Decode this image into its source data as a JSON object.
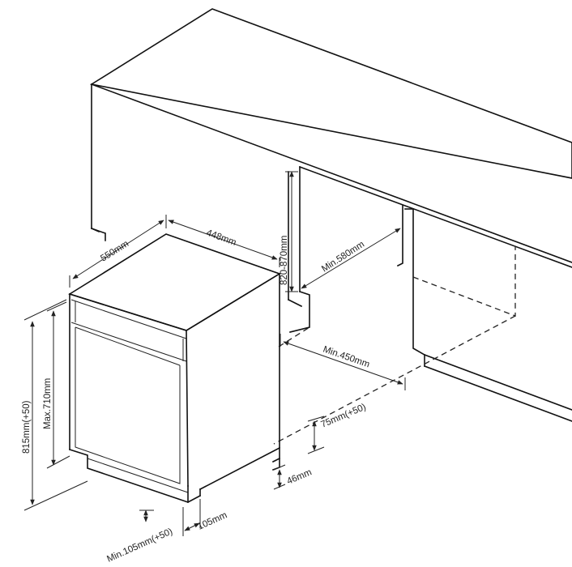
{
  "labels": {
    "depth": "550mm",
    "width": "448mm",
    "cabinet_height": "820-870mm",
    "min_depth_580": "Min.580mm",
    "min_width_450": "Min.450mm",
    "total_height": "815mm(+50)",
    "max_height": "Max.710mm",
    "leg_75": "75mm(+50)",
    "leg_46": "46mm",
    "plinth_min_105": "Min.105mm(+50)",
    "plinth_105": "105mm"
  }
}
